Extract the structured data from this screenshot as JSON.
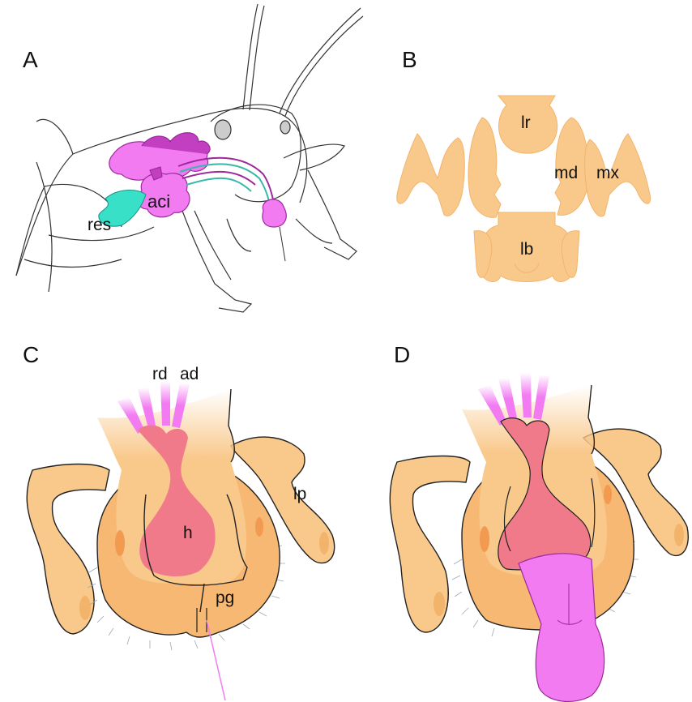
{
  "panels": {
    "a": {
      "letter": "A",
      "labels": {
        "aci": "aci",
        "res": "res"
      }
    },
    "b": {
      "letter": "B",
      "labels": {
        "lr": "lr",
        "md": "md",
        "mx": "mx",
        "lb": "lb"
      }
    },
    "c": {
      "letter": "C",
      "labels": {
        "rd": "rd",
        "ad": "ad",
        "lp": "lp",
        "h": "h",
        "pg": "pg"
      }
    },
    "d": {
      "letter": "D"
    }
  },
  "colors": {
    "tissue": "#f9c98c",
    "tissue_dark": "#f2b46a",
    "gland": "#f27bf2",
    "gland_dark": "#c23fc2",
    "reservoir": "#38e0c8",
    "hypopharynx": "#f07a8a",
    "outline": "#222222"
  }
}
